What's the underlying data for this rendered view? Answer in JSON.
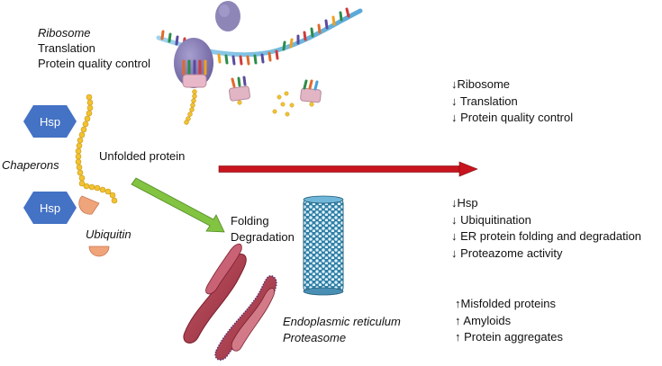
{
  "colors": {
    "hsp_fill": "#4472c4",
    "chain_bead": "#f2c230",
    "ubiquitin": "#f0a47a",
    "main_arrow": "#c8141e",
    "green_arrow": "#82c341",
    "er": "#b03a4c",
    "proteasome": "#4a8fb3",
    "ribosome": "#7a70a8"
  },
  "icons": [
    "ribosome-icon",
    "mrna-strand-icon",
    "trna-icon",
    "amino-acid-icon",
    "hsp-hexagon-icon",
    "ubiquitin-icon",
    "proteasome-icon",
    "endoplasmic-reticulum-icon",
    "arrow-icon"
  ],
  "labels": {
    "ribosome_block": {
      "title": "Ribosome",
      "line2": "Translation",
      "line3": "Protein quality control"
    },
    "chaperons": "Chaperons",
    "unfolded_protein": "Unfolded protein",
    "ubiquitin": "Ubiquitin",
    "hsp_top": "Hsp",
    "hsp_bottom": "Hsp",
    "folding": "Folding",
    "degradation": "Degradation",
    "er": "Endoplasmic reticulum",
    "proteasome": "Proteasome"
  },
  "effects": {
    "group1": [
      "↓Ribosome",
      "↓ Translation",
      "↓ Protein quality control"
    ],
    "group2": [
      "↓Hsp",
      "↓ Ubiquitination",
      "↓ ER protein folding and degradation",
      "↓ Proteazome activity"
    ],
    "group3": [
      "↑Misfolded proteins",
      "↑ Amyloids",
      "↑ Protein aggregates"
    ]
  }
}
